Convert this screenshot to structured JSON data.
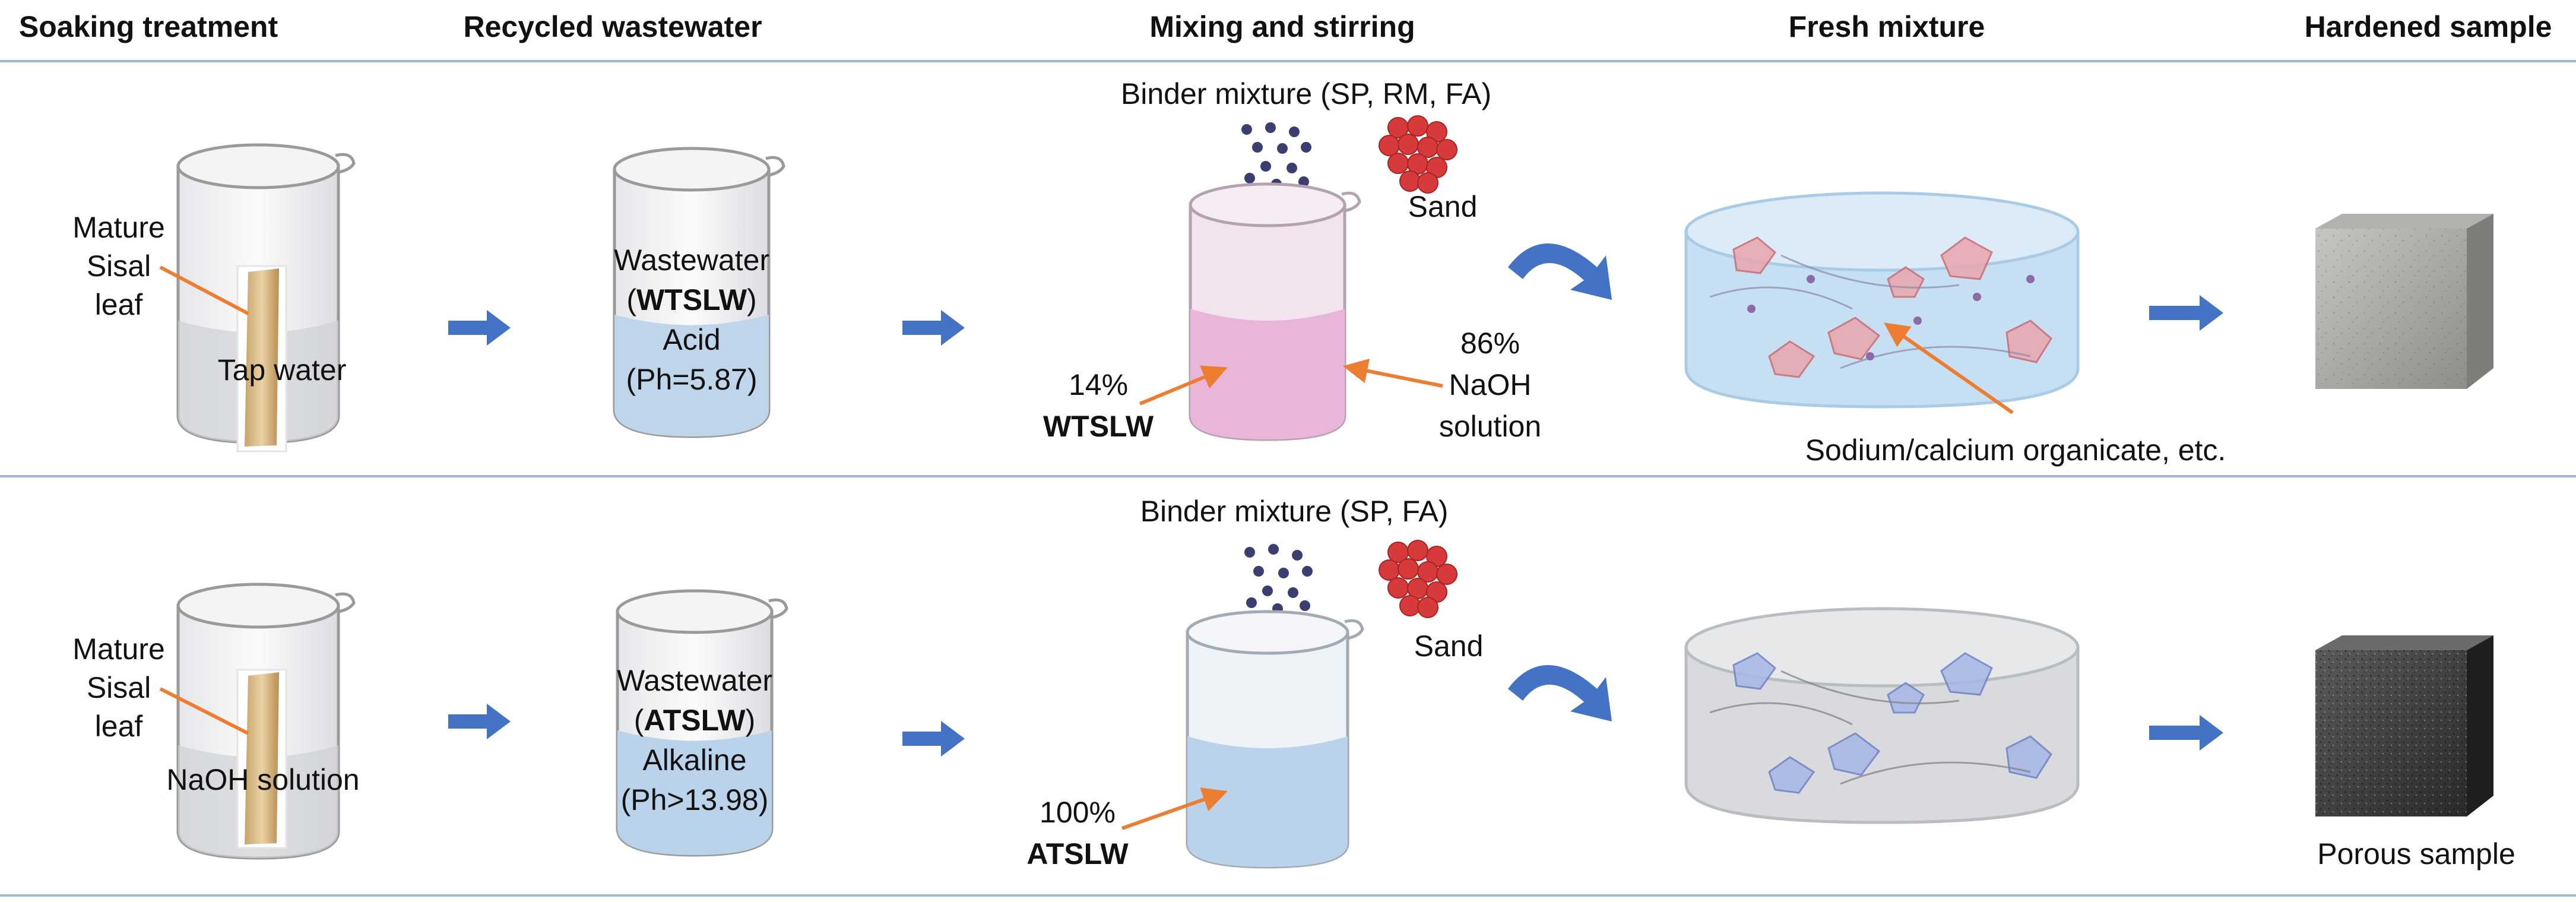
{
  "headers": {
    "soaking": "Soaking treatment",
    "recycled": "Recycled wastewater",
    "mixing": "Mixing and stirring",
    "fresh": "Fresh mixture",
    "hardened": "Hardened sample"
  },
  "row1": {
    "leaf_label": [
      "Mature",
      "Sisal",
      "leaf"
    ],
    "soak_liquid": "Tap water",
    "wastewater_title": "Wastewater",
    "wastewater_code_open": "(",
    "wastewater_code": "WTSLW",
    "wastewater_code_close": ")",
    "wastewater_type": "Acid",
    "wastewater_ph": "(Ph=5.87)",
    "binder": "Binder mixture (SP, RM, FA)",
    "sand": "Sand",
    "pct_left": "14%",
    "pct_left_name": "WTSLW",
    "pct_right": "86%",
    "pct_right_name": [
      "NaOH",
      "solution"
    ],
    "fresh_note": "Sodium/calcium organicate, etc."
  },
  "row2": {
    "leaf_label": [
      "Mature",
      "Sisal",
      "leaf"
    ],
    "soak_liquid": "NaOH solution",
    "wastewater_title": "Wastewater",
    "wastewater_code_open": "(",
    "wastewater_code": "ATSLW",
    "wastewater_code_close": ")",
    "wastewater_type": "Alkaline",
    "wastewater_ph": "(Ph>13.98)",
    "binder": "Binder mixture (SP, FA)",
    "sand": "Sand",
    "pct": "100%",
    "pct_name": "ATSLW",
    "sample_label": "Porous sample"
  },
  "colors": {
    "arrow_blue": "#4472C4",
    "pointer_orange": "#ED7D31",
    "divider": "#9DB9D8",
    "pink_liquid": "#E9B6D9",
    "acid_liquid": "#BFD5EA",
    "alkaline_liquid": "#BAD2EA",
    "sand_red": "#D63A3A",
    "dot_navy": "#3B3E6E"
  }
}
